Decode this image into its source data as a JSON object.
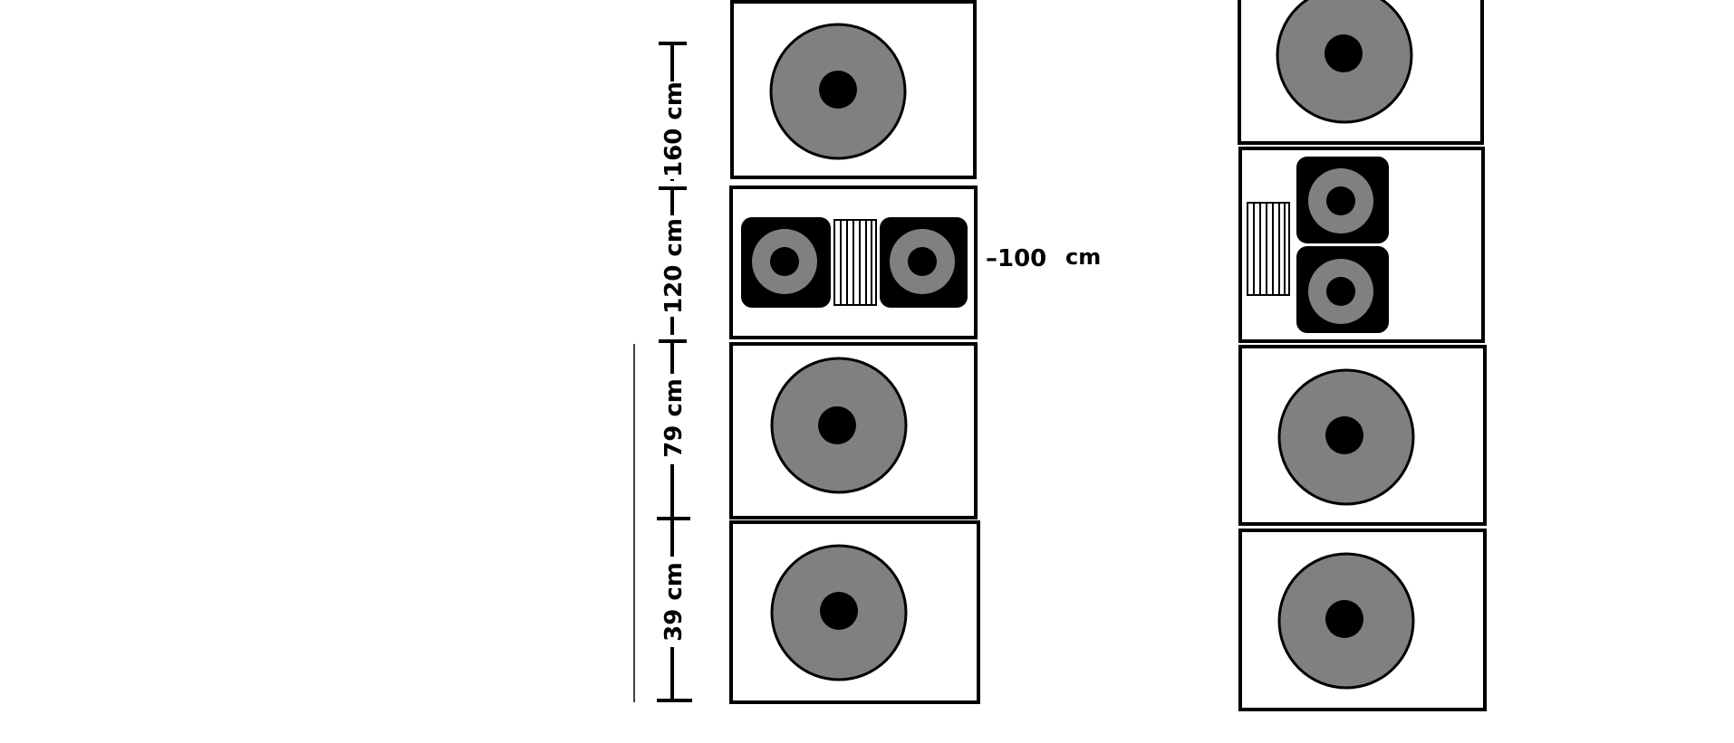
{
  "dimensions": {
    "d160": "160 cm",
    "d120": "120 cm",
    "d79": "79 cm",
    "d39": "39 cm",
    "d100_value": "–100",
    "d100_unit": "cm"
  },
  "colors": {
    "outline": "#000000",
    "speaker_gray": "#808080",
    "background": "#ffffff"
  },
  "icons": [
    "speaker-driver-icon",
    "compact-speaker-icon",
    "vent-grille-icon"
  ]
}
